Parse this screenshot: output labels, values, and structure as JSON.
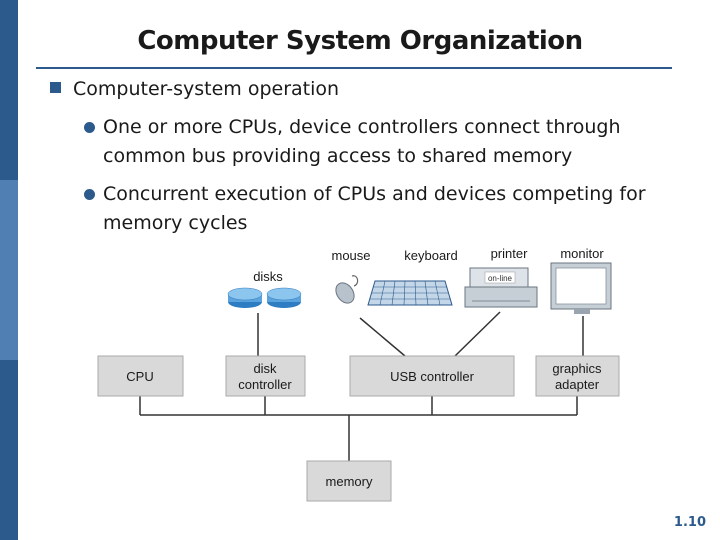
{
  "slide": {
    "title": "Computer System Organization",
    "page_number": "1.10",
    "bullet": "Computer-system operation",
    "sub_bullets": [
      "One or more CPUs, device controllers connect through common bus providing access to shared memory",
      "Concurrent execution of CPUs and devices competing for memory cycles"
    ]
  },
  "diagram": {
    "devices": {
      "disks": "disks",
      "mouse": "mouse",
      "keyboard": "keyboard",
      "printer": "printer",
      "printer_display": "on-line",
      "monitor": "monitor"
    },
    "components": {
      "cpu": "CPU",
      "disk_controller_1": "disk",
      "disk_controller_2": "controller",
      "usb_controller": "USB controller",
      "graphics_adapter_1": "graphics",
      "graphics_adapter_2": "adapter",
      "memory": "memory"
    }
  },
  "colors": {
    "accent": "#2c5a8c",
    "box_fill": "#d9d9d9",
    "disk_blue": "#5ba3dc"
  }
}
